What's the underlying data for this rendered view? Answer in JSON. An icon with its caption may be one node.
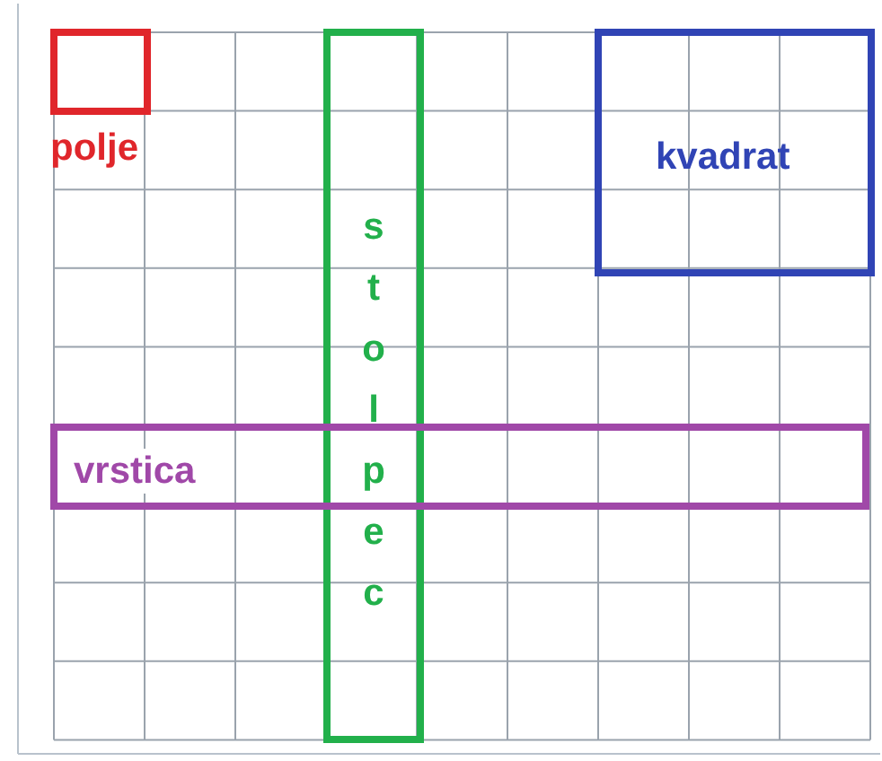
{
  "diagram": {
    "nodes": [
      {
        "text": [
          "polje"
        ]
      },
      {
        "text": [
          "stolpec"
        ]
      },
      {
        "text": [
          "kvadrat"
        ]
      },
      {
        "text": [
          "vrstica"
        ]
      }
    ]
  }
}
